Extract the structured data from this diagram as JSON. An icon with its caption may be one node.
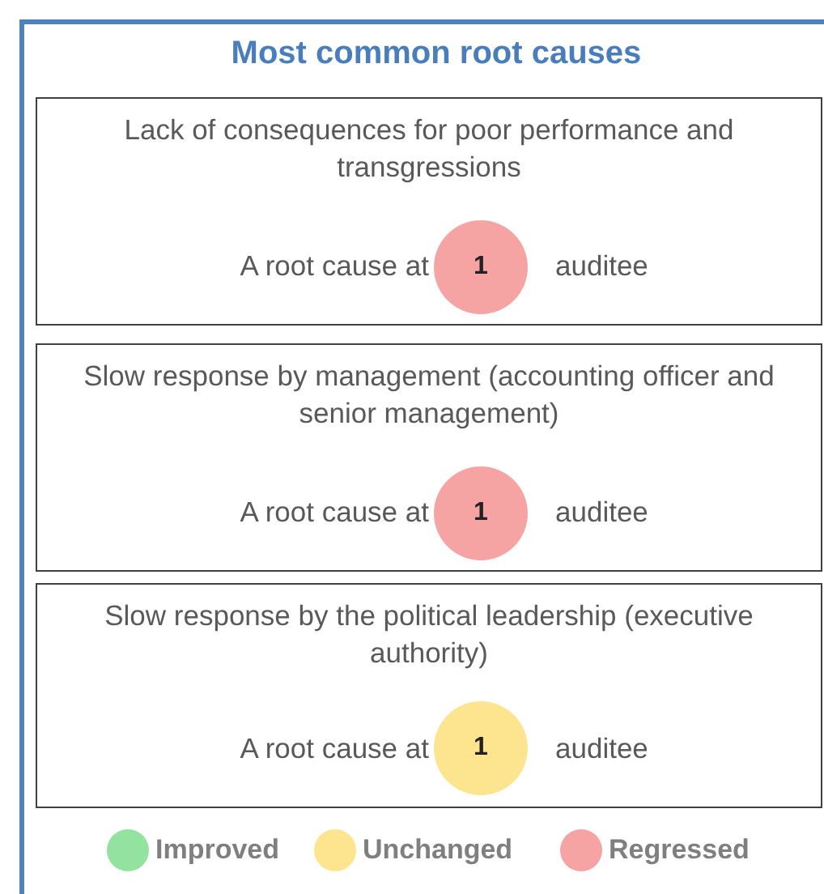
{
  "diagram": {
    "title": "Most common root causes",
    "nodes": [
      {
        "text": [
          "Lack of consequences for poor performance and transgressions",
          "A root cause at",
          "auditee"
        ]
      },
      {
        "text": [
          "1"
        ],
        "in": 0
      },
      {
        "text": [
          "Slow response by management (accounting officer and senior management)",
          "A root cause at",
          "auditee"
        ]
      },
      {
        "text": [
          "1"
        ],
        "in": 2
      },
      {
        "text": [
          "Slow response by the  political leadership (executive authority)",
          "A root cause at",
          "auditee"
        ]
      },
      {
        "text": [
          "1"
        ],
        "in": 4
      }
    ],
    "legend": [
      {
        "text": "Improved",
        "color": "#93e29f"
      },
      {
        "text": "Unchanged",
        "color": "#fde58f"
      },
      {
        "text": "Regressed",
        "color": "#f5a3a3"
      }
    ]
  }
}
